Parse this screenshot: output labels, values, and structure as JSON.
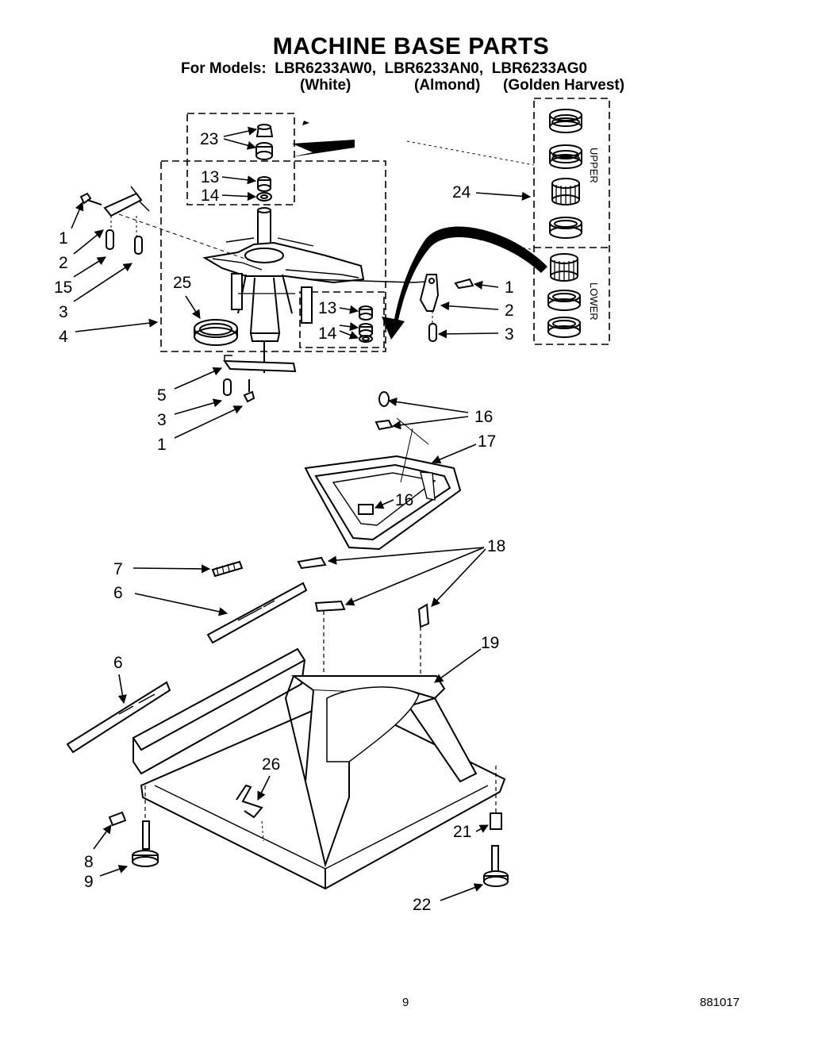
{
  "header": {
    "title": "MACHINE BASE PARTS",
    "models_line": "For Models:  LBR6233AW0,  LBR6233AN0,  LBR6233AG0",
    "colors": [
      "(White)",
      "(Almond)",
      "(Golden Harvest)"
    ]
  },
  "panel": {
    "upper_label": "UPPER",
    "lower_label": "LOWER"
  },
  "callouts": [
    {
      "id": "c23",
      "label": "23"
    },
    {
      "id": "c13a",
      "label": "13"
    },
    {
      "id": "c14a",
      "label": "14"
    },
    {
      "id": "c24",
      "label": "24"
    },
    {
      "id": "c1a",
      "label": "1"
    },
    {
      "id": "c2a",
      "label": "2"
    },
    {
      "id": "c15",
      "label": "15"
    },
    {
      "id": "c3a",
      "label": "3"
    },
    {
      "id": "c4",
      "label": "4"
    },
    {
      "id": "c25",
      "label": "25"
    },
    {
      "id": "c13b",
      "label": "13"
    },
    {
      "id": "c14b",
      "label": "14"
    },
    {
      "id": "c1b",
      "label": "1"
    },
    {
      "id": "c2b",
      "label": "2"
    },
    {
      "id": "c3b",
      "label": "3"
    },
    {
      "id": "c5",
      "label": "5"
    },
    {
      "id": "c3c",
      "label": "3"
    },
    {
      "id": "c1c",
      "label": "1"
    },
    {
      "id": "c16a",
      "label": "16"
    },
    {
      "id": "c17",
      "label": "17"
    },
    {
      "id": "c16b",
      "label": "16"
    },
    {
      "id": "c18",
      "label": "18"
    },
    {
      "id": "c7",
      "label": "7"
    },
    {
      "id": "c6a",
      "label": "6"
    },
    {
      "id": "c19",
      "label": "19"
    },
    {
      "id": "c6b",
      "label": "6"
    },
    {
      "id": "c26",
      "label": "26"
    },
    {
      "id": "c21",
      "label": "21"
    },
    {
      "id": "c8",
      "label": "8"
    },
    {
      "id": "c9",
      "label": "9"
    },
    {
      "id": "c22",
      "label": "22"
    }
  ],
  "footer": {
    "page_number": "9",
    "doc_code": "881017"
  }
}
